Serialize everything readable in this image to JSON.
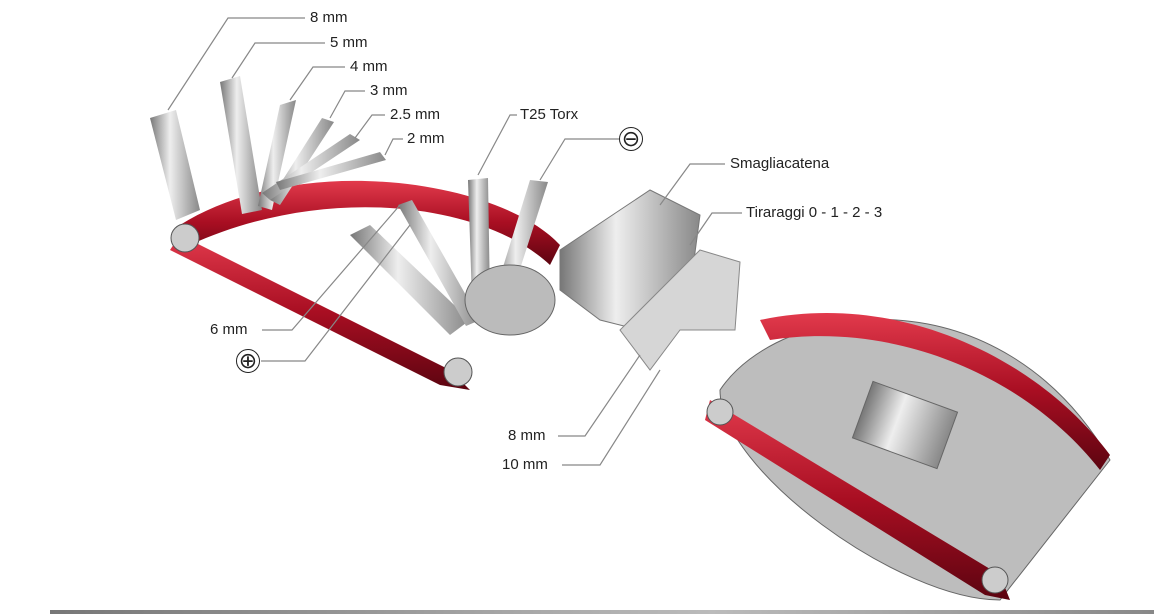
{
  "labels": {
    "hex_8": "8 mm",
    "hex_5": "5 mm",
    "hex_4": "4 mm",
    "hex_3": "3 mm",
    "hex_2_5": "2.5 mm",
    "hex_2": "2 mm",
    "torx": "T25 Torx",
    "flat_symbol": "⊖",
    "chain_tool": "Smagliacatena",
    "spoke_wrench": "Tiraraggi 0 - 1 - 2 - 3",
    "hex_6": "6 mm",
    "phillips_symbol": "⊕",
    "wrench_8": "8 mm",
    "wrench_10": "10 mm"
  },
  "colors": {
    "body_red": "#c0142a",
    "metal": "#c8c8c8",
    "line": "#888888"
  }
}
